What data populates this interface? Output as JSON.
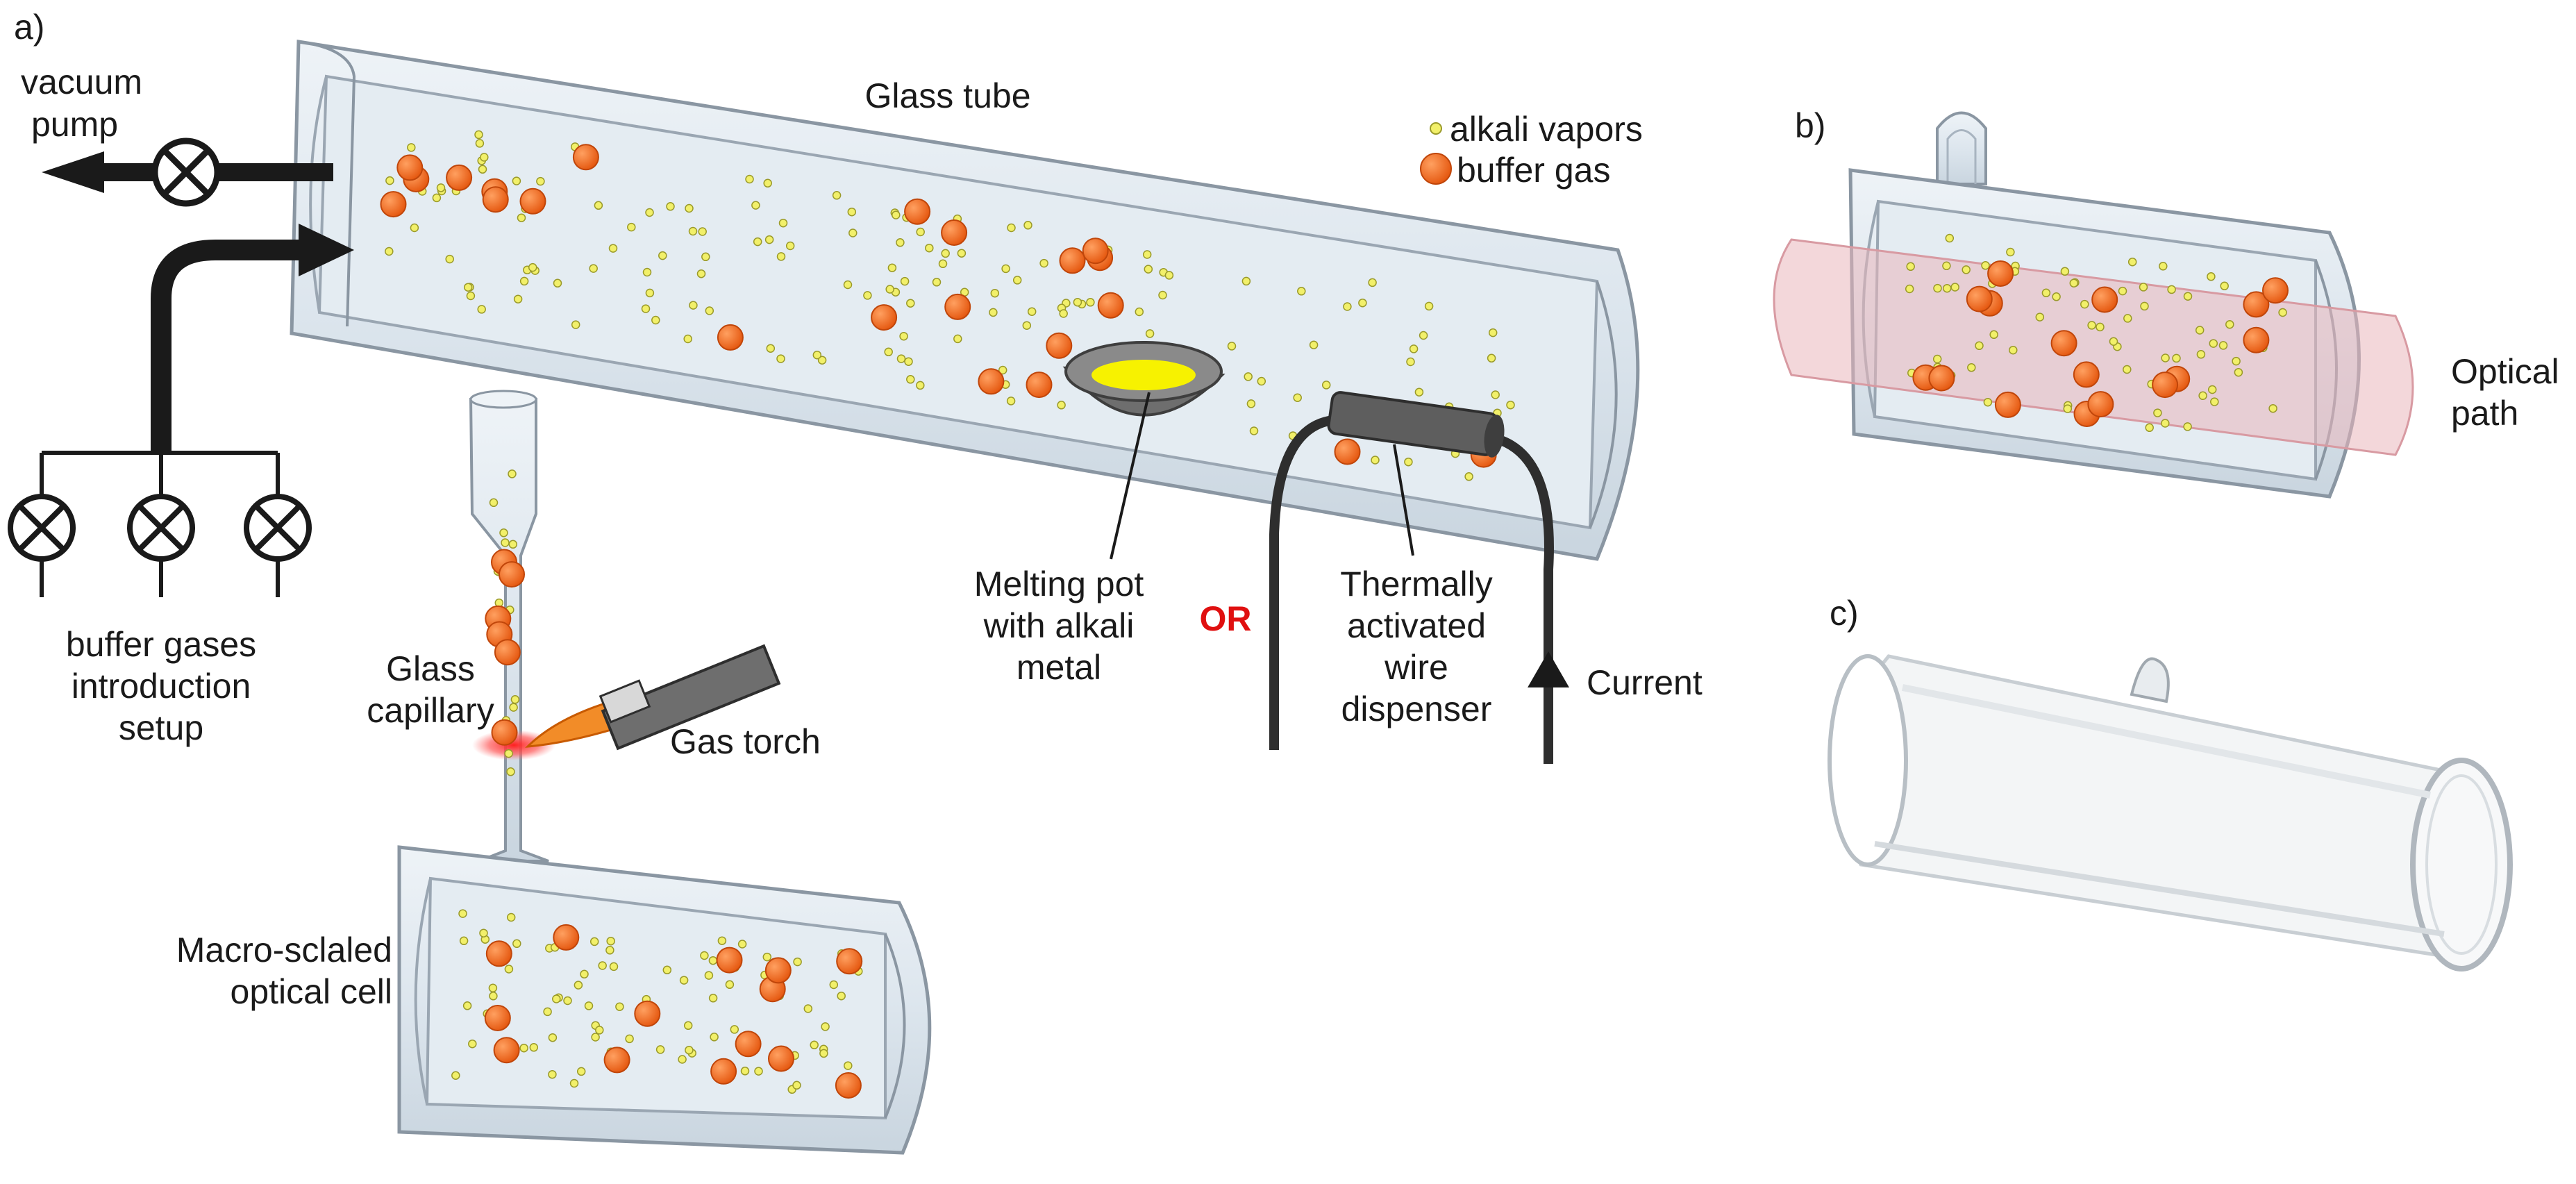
{
  "panels": {
    "a": "a)",
    "b": "b)",
    "c": "c)"
  },
  "labels": {
    "vacuum_pump": [
      "vacuum",
      "pump"
    ],
    "glass_tube": "Glass tube",
    "legend_alkali": "alkali vapors",
    "legend_buffer": "buffer gas",
    "buffer_setup": [
      "buffer gases",
      "introduction",
      "setup"
    ],
    "melting_pot": [
      "Melting pot",
      "with alkali",
      "metal"
    ],
    "or": "OR",
    "dispenser": [
      "Thermally",
      "activated",
      "wire",
      "dispenser"
    ],
    "current": "Current",
    "glass_capillary": [
      "Glass",
      "capillary"
    ],
    "gas_torch": "Gas torch",
    "macro_cell": [
      "Macro-sclaled",
      "optical cell"
    ],
    "optical_path": [
      "Optical",
      "path"
    ]
  },
  "colors": {
    "glass_fill": "#dfe7ee",
    "glass_edge": "#8a96a2",
    "buffer_gas": "#f06a1e",
    "alkali_vapor": "#f2f06a",
    "pot": "#6e6e6e",
    "molten_metal": "#f7f200",
    "optical_beam": "#e9b6bc",
    "or_text": "#e01010"
  },
  "icons": [
    "valve-icon",
    "arrow-icon",
    "gas-torch-icon",
    "melting-pot-icon",
    "wire-dispenser-icon",
    "glass-cell-photo"
  ]
}
